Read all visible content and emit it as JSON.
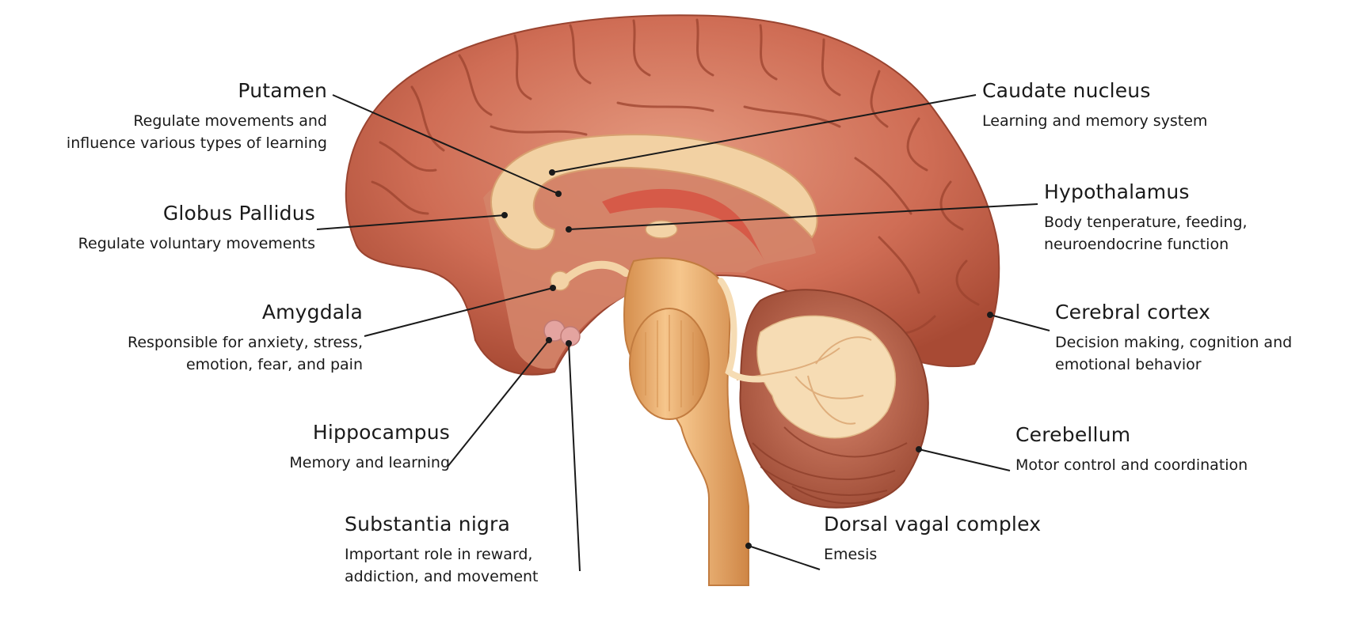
{
  "labels": {
    "putamen": {
      "title": "Putamen",
      "desc": [
        "Regulate movements and",
        "influence various types of learning"
      ]
    },
    "globus_pallidus": {
      "title": "Globus Pallidus",
      "desc": [
        "Regulate voluntary movements"
      ]
    },
    "amygdala": {
      "title": "Amygdala",
      "desc": [
        "Responsible for anxiety, stress,",
        "emotion, fear, and pain"
      ]
    },
    "hippocampus": {
      "title": "Hippocampus",
      "desc": [
        "Memory and learning"
      ]
    },
    "substantia_nigra": {
      "title": "Substantia nigra",
      "desc": [
        "Important role in reward,",
        "addiction, and movement"
      ]
    },
    "caudate_nucleus": {
      "title": "Caudate nucleus",
      "desc": [
        "Learning and memory system"
      ]
    },
    "hypothalamus": {
      "title": "Hypothalamus",
      "desc": [
        "Body tenperature, feeding,",
        "neuroendocrine function"
      ]
    },
    "cerebral_cortex": {
      "title": "Cerebral cortex",
      "desc": [
        "Decision making, cognition and",
        "emotional behavior"
      ]
    },
    "cerebellum": {
      "title": "Cerebellum",
      "desc": [
        "Motor control and coordination"
      ]
    },
    "dorsal_vagal_complex": {
      "title": "Dorsal vagal complex",
      "desc": [
        "Emesis"
      ]
    }
  },
  "colors": {
    "cortex": "#c8654f",
    "cortex_light": "#df8c72",
    "cortex_dark": "#a2472f",
    "inner": "#d98a6c",
    "corpus_callosum": "#f3d3a6",
    "brainstem": "#f0b878",
    "brainstem_dark": "#cf8a45",
    "cerebellum": "#c56d55",
    "arbor": "#f6dcb4",
    "amygdala": "#e4a4a0",
    "leader": "#1a1a1a"
  }
}
